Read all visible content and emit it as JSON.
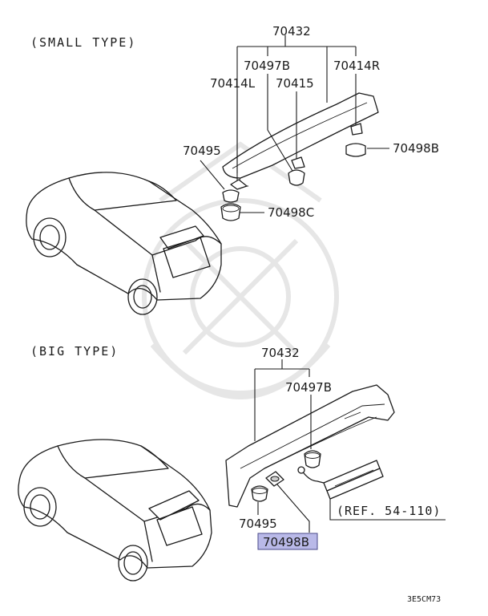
{
  "sections": {
    "small": {
      "title": "(SMALL TYPE)"
    },
    "big": {
      "title": "(BIG TYPE)"
    }
  },
  "parts": {
    "small": {
      "p70432": "70432",
      "p70497B": "70497B",
      "p70414R": "70414R",
      "p70414L": "70414L",
      "p70415": "70415",
      "p70495": "70495",
      "p70498B": "70498B",
      "p70498C": "70498C"
    },
    "big": {
      "p70432": "70432",
      "p70497B": "70497B",
      "p70495": "70495",
      "p70498B": "70498B",
      "ref": "(REF. 54-110)"
    }
  },
  "highlight": {
    "part": "70498B",
    "color": "#b9b9e8"
  },
  "diagram_code": "3E5CM73"
}
